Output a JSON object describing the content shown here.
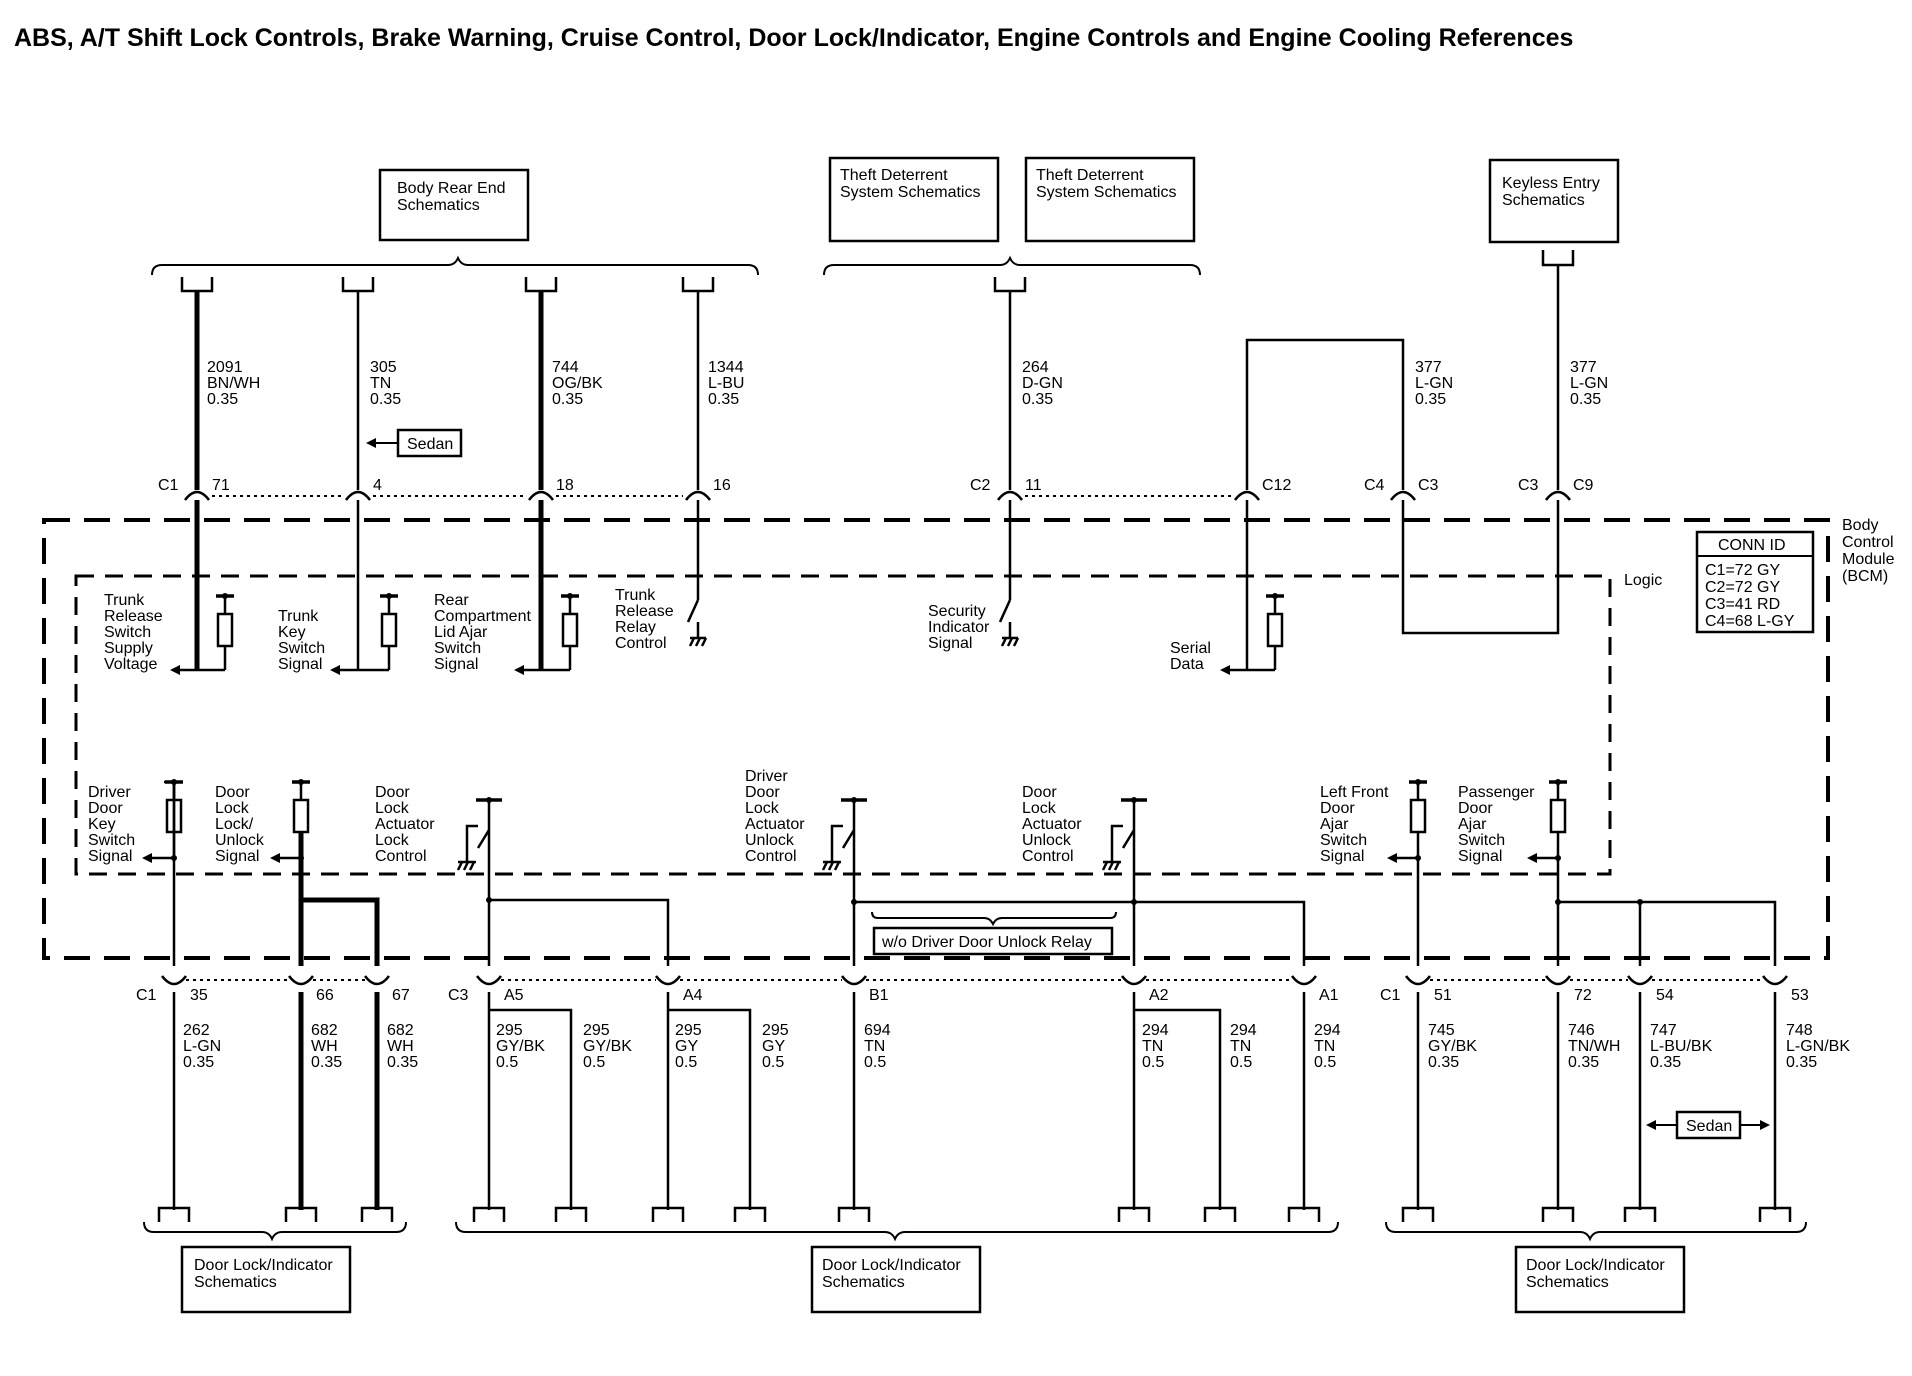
{
  "title": "ABS, A/T Shift Lock Controls, Brake Warning, Cruise Control, Door Lock/Indicator, Engine Controls and Engine Cooling References",
  "top_boxes": [
    {
      "lines": [
        "Body Rear End",
        "Schematics"
      ]
    },
    {
      "lines": [
        "Theft Deterrent",
        "System Schematics"
      ]
    },
    {
      "lines": [
        "Theft Deterrent",
        "System Schematics"
      ]
    },
    {
      "lines": [
        "Keyless Entry",
        "Schematics"
      ]
    }
  ],
  "bottom_boxes": [
    {
      "lines": [
        "Door Lock/Indicator",
        "Schematics"
      ]
    },
    {
      "lines": [
        "Door Lock/Indicator",
        "Schematics"
      ]
    },
    {
      "lines": [
        "Door Lock/Indicator",
        "Schematics"
      ]
    }
  ],
  "module": {
    "lines": [
      "Body",
      "Control",
      "Module",
      "(BCM)"
    ],
    "logic_label": "Logic"
  },
  "conn_id": {
    "title": "CONN ID",
    "lines": [
      "C1=72 GY",
      "C2=72 GY",
      "C3=41 RD",
      "C4=68 L-GY"
    ]
  },
  "sedan_labels": [
    "Sedan",
    "Sedan"
  ],
  "relay_note": "w/o Driver Door Unlock Relay",
  "top_wires": [
    {
      "lines": [
        "2091",
        "BN/WH",
        "0.35"
      ]
    },
    {
      "lines": [
        "305",
        "TN",
        "0.35"
      ]
    },
    {
      "lines": [
        "744",
        "OG/BK",
        "0.35"
      ]
    },
    {
      "lines": [
        "1344",
        "L-BU",
        "0.35"
      ]
    },
    {
      "lines": [
        "264",
        "D-GN",
        "0.35"
      ]
    },
    {
      "lines": [
        "377",
        "L-GN",
        "0.35"
      ]
    },
    {
      "lines": [
        "377",
        "L-GN",
        "0.35"
      ]
    }
  ],
  "top_pins": [
    {
      "conn": "C1",
      "pin": "71"
    },
    {
      "conn": "",
      "pin": "4"
    },
    {
      "conn": "",
      "pin": "18"
    },
    {
      "conn": "",
      "pin": "16"
    },
    {
      "conn": "C2",
      "pin": "11"
    },
    {
      "conn": "",
      "pin": "C12"
    },
    {
      "conn": "C4",
      "pin": "C3"
    },
    {
      "conn": "C3",
      "pin": "C9"
    }
  ],
  "top_signals": [
    {
      "lines": [
        "Trunk",
        "Release",
        "Switch",
        "Supply",
        "Voltage"
      ]
    },
    {
      "lines": [
        "Trunk",
        "Key",
        "Switch",
        "Signal"
      ]
    },
    {
      "lines": [
        "Rear",
        "Compartment",
        "Lid Ajar",
        "Switch",
        "Signal"
      ]
    },
    {
      "lines": [
        "Trunk",
        "Release",
        "Relay",
        "Control"
      ]
    },
    {
      "lines": [
        "Security",
        "Indicator",
        "Signal"
      ]
    },
    {
      "lines": [
        "Serial",
        "Data"
      ]
    }
  ],
  "bottom_signals": [
    {
      "lines": [
        "Driver",
        "Door",
        "Key",
        "Switch",
        "Signal"
      ]
    },
    {
      "lines": [
        "Door",
        "Lock",
        "Lock/",
        "Unlock",
        "Signal"
      ]
    },
    {
      "lines": [
        "Door",
        "Lock",
        "Actuator",
        "Lock",
        "Control"
      ]
    },
    {
      "lines": [
        "Driver",
        "Door",
        "Lock",
        "Actuator",
        "Unlock",
        "Control"
      ]
    },
    {
      "lines": [
        "Door",
        "Lock",
        "Actuator",
        "Unlock",
        "Control"
      ]
    },
    {
      "lines": [
        "Left Front",
        "Door",
        "Ajar",
        "Switch",
        "Signal"
      ]
    },
    {
      "lines": [
        "Passenger",
        "Door",
        "Ajar",
        "Switch",
        "Signal"
      ]
    }
  ],
  "bottom_pins": [
    {
      "conn": "C1",
      "pin": "35"
    },
    {
      "conn": "",
      "pin": "66"
    },
    {
      "conn": "",
      "pin": "67"
    },
    {
      "conn": "C3",
      "pin": "A5"
    },
    {
      "conn": "",
      "pin": "A4"
    },
    {
      "conn": "",
      "pin": "B1"
    },
    {
      "conn": "",
      "pin": "A2"
    },
    {
      "conn": "",
      "pin": "A1"
    },
    {
      "conn": "C1",
      "pin": "51"
    },
    {
      "conn": "",
      "pin": "72"
    },
    {
      "conn": "",
      "pin": "54"
    },
    {
      "conn": "",
      "pin": "53"
    }
  ],
  "bottom_wires": [
    {
      "lines": [
        "262",
        "L-GN",
        "0.35"
      ]
    },
    {
      "lines": [
        "682",
        "WH",
        "0.35"
      ]
    },
    {
      "lines": [
        "682",
        "WH",
        "0.35"
      ]
    },
    {
      "lines": [
        "295",
        "GY/BK",
        "0.5"
      ]
    },
    {
      "lines": [
        "295",
        "GY/BK",
        "0.5"
      ]
    },
    {
      "lines": [
        "295",
        "GY",
        "0.5"
      ]
    },
    {
      "lines": [
        "295",
        "GY",
        "0.5"
      ]
    },
    {
      "lines": [
        "694",
        "TN",
        "0.5"
      ]
    },
    {
      "lines": [
        "294",
        "TN",
        "0.5"
      ]
    },
    {
      "lines": [
        "294",
        "TN",
        "0.5"
      ]
    },
    {
      "lines": [
        "294",
        "TN",
        "0.5"
      ]
    },
    {
      "lines": [
        "745",
        "GY/BK",
        "0.35"
      ]
    },
    {
      "lines": [
        "746",
        "TN/WH",
        "0.35"
      ]
    },
    {
      "lines": [
        "747",
        "L-BU/BK",
        "0.35"
      ]
    },
    {
      "lines": [
        "748",
        "L-GN/BK",
        "0.35"
      ]
    }
  ]
}
